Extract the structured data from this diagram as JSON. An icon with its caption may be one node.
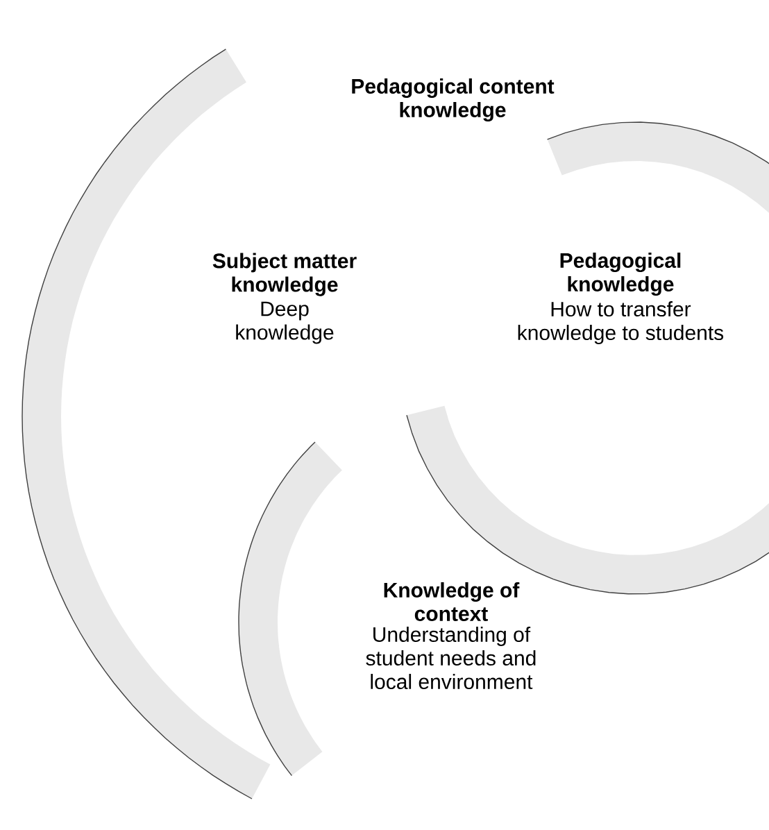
{
  "diagram": {
    "nodes": [
      {
        "text": [
          "Subject matter knowledge",
          "Deep knowledge"
        ]
      },
      {
        "text": [
          "Pedagogical knowledge",
          "How to transfer knowledge to students"
        ]
      },
      {
        "text": [
          "Knowledge of context",
          "Understanding of student needs and local environment"
        ]
      }
    ],
    "labels": [
      "Pedagogical content knowledge"
    ]
  }
}
